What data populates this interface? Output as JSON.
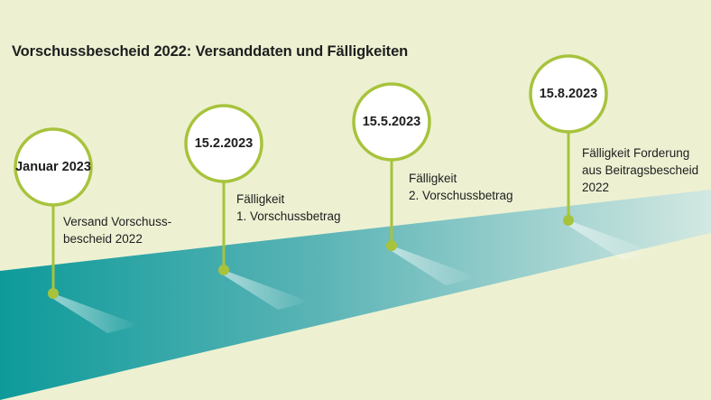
{
  "title": "Vorschussbescheid 2022: Versanddaten und Fälligkeiten",
  "colors": {
    "background": "#edf1d2",
    "marker": "#a7c33c",
    "band_dark": "#0e9a9a",
    "band_light": "#cbe4de"
  },
  "milestones": [
    {
      "date": "Januar 2023",
      "label_lines": [
        "Versand Vorschuss-",
        "bescheid 2022"
      ]
    },
    {
      "date": "15.2.2023",
      "label_lines": [
        "Fälligkeit",
        "1. Vorschussbetrag"
      ]
    },
    {
      "date": "15.5.2023",
      "label_lines": [
        "Fälligkeit",
        "2. Vorschussbetrag"
      ]
    },
    {
      "date": "15.8.2023",
      "label_lines": [
        "Fälligkeit Forderung",
        "aus Beitragsbescheid",
        "2022"
      ]
    }
  ]
}
